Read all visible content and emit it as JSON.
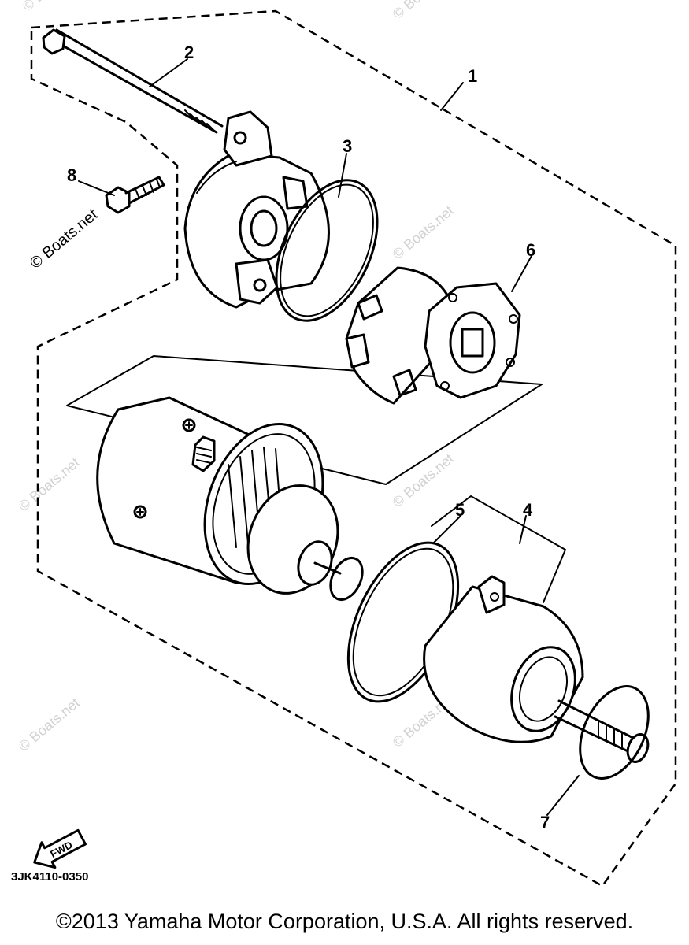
{
  "diagram": {
    "callouts": [
      {
        "id": "1",
        "label": "1"
      },
      {
        "id": "2",
        "label": "2"
      },
      {
        "id": "3",
        "label": "3"
      },
      {
        "id": "4",
        "label": "4"
      },
      {
        "id": "5",
        "label": "5"
      },
      {
        "id": "6",
        "label": "6"
      },
      {
        "id": "7",
        "label": "7"
      },
      {
        "id": "8",
        "label": "8"
      }
    ],
    "drawing_code": "3JK4110-0350",
    "fwd_label": "FWD",
    "watermark": "© Boats.net"
  },
  "footer": {
    "copyright": "©2013 Yamaha Motor Corporation, U.S.A. All rights reserved."
  }
}
